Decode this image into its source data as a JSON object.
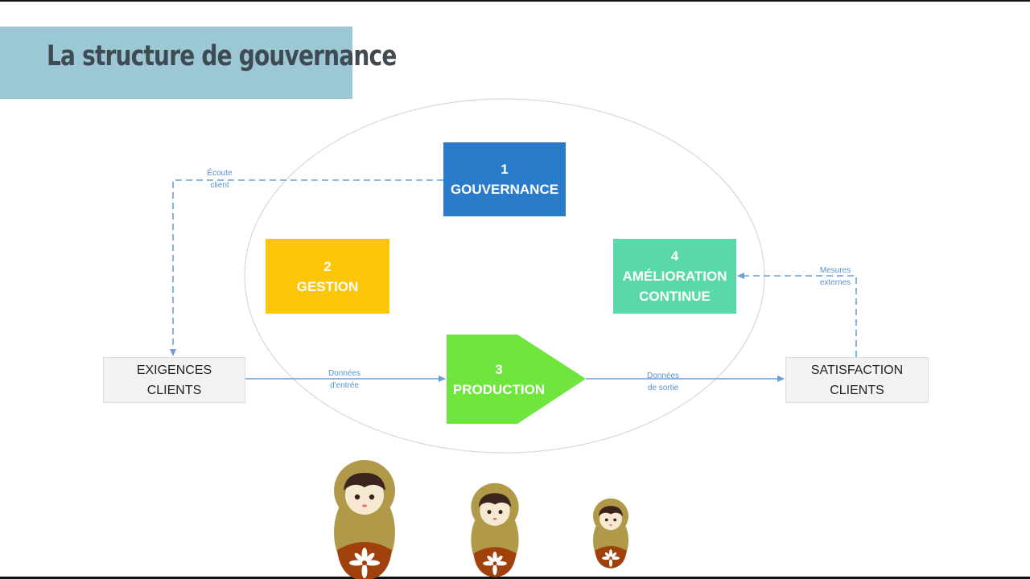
{
  "title": "La structure de gouvernance",
  "boxes": {
    "gouvernance": {
      "number": "1",
      "label": "GOUVERNANCE",
      "color": "#2b7bcb"
    },
    "gestion": {
      "number": "2",
      "label": "GESTION",
      "color": "#fbc608"
    },
    "production": {
      "number": "3",
      "label": "PRODUCTION",
      "color": "#6fe53d"
    },
    "amelioration": {
      "number": "4",
      "label_line1": "AMÉLIORATION",
      "label_line2": "CONTINUE",
      "color": "#58d9a7"
    }
  },
  "clients": {
    "exigences": {
      "line1": "EXIGENCES",
      "line2": "CLIENTS"
    },
    "satisfaction": {
      "line1": "SATISFACTION",
      "line2": "CLIENTS"
    }
  },
  "flows": {
    "ecoute": {
      "line1": "Écoute",
      "line2": "client"
    },
    "donnees_entree": {
      "line1": "Données",
      "line2": "d'entrée"
    },
    "donnees_sortie": {
      "line1": "Données",
      "line2": "de sortie"
    },
    "mesures": {
      "line1": "Mesures",
      "line2": "externes"
    }
  },
  "colors": {
    "title_band": "#9cc7d5",
    "arrow": "#6a9fd6",
    "doll_head": "#b09a4a",
    "doll_body": "#a0400d"
  },
  "illustration": {
    "icon": "matryoshka-dolls-icon",
    "count": 3
  }
}
